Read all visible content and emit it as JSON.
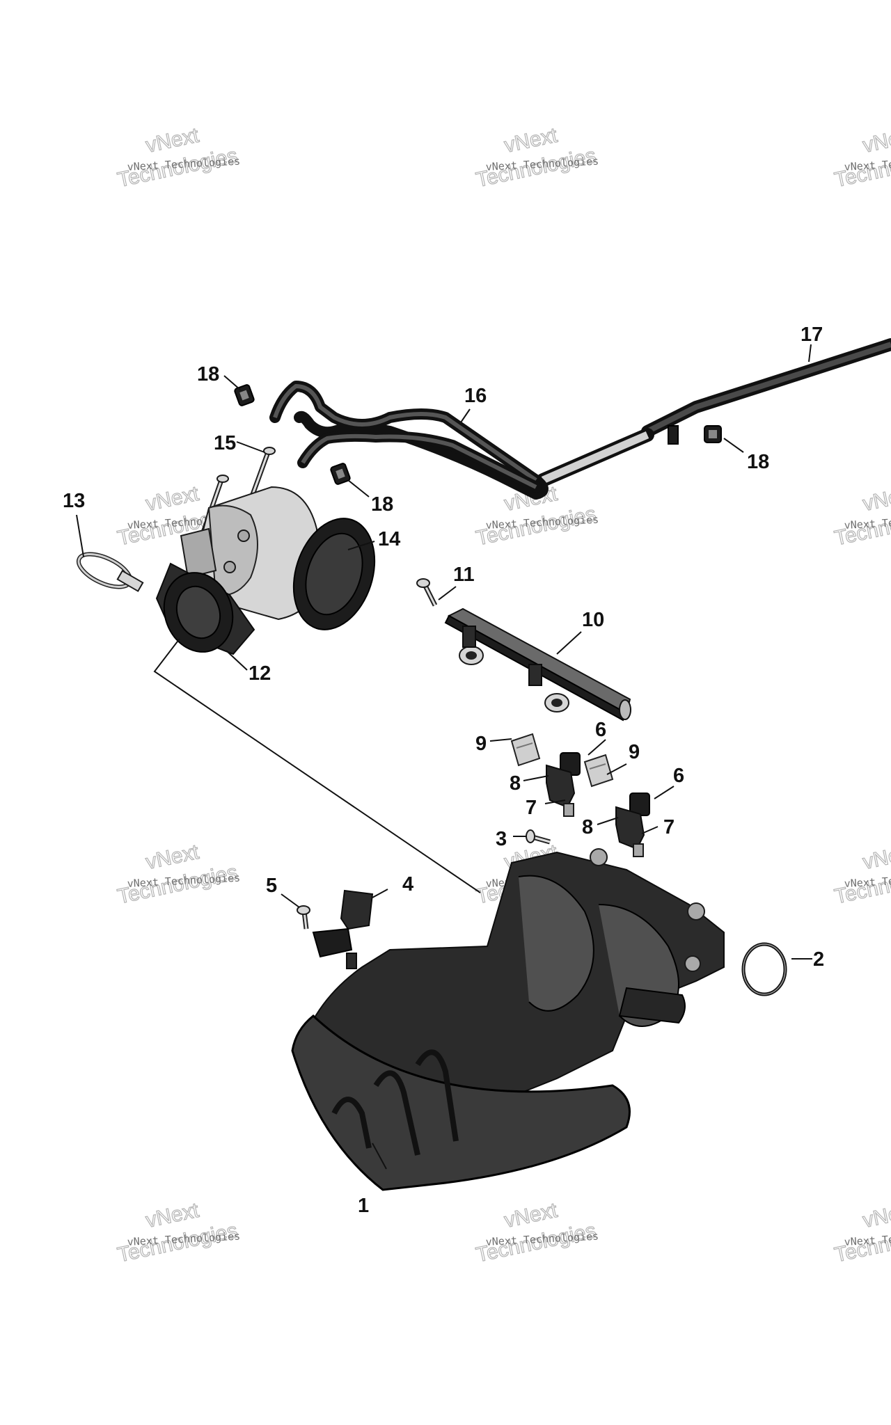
{
  "watermark": {
    "line1": "vNext",
    "line2": "vNext Technologies",
    "line3": "Technologies"
  },
  "callouts": {
    "c1": "1",
    "c2": "2",
    "c3": "3",
    "c4": "4",
    "c5": "5",
    "c6": "6",
    "c7": "7",
    "c8": "8",
    "c9": "9",
    "c10": "10",
    "c11": "11",
    "c12": "12",
    "c13": "13",
    "c14": "14",
    "c15": "15",
    "c16": "16",
    "c17": "17",
    "c18": "18"
  },
  "parts": [
    "intake-manifold",
    "o-ring",
    "screw",
    "sensor",
    "screw",
    "injector-seal",
    "o-ring",
    "fuel-injector",
    "injector-clip",
    "fuel-rail",
    "screw",
    "throttle-adapter",
    "clamp",
    "throttle-body",
    "screw",
    "hose",
    "fuel-line",
    "hose-clip"
  ]
}
